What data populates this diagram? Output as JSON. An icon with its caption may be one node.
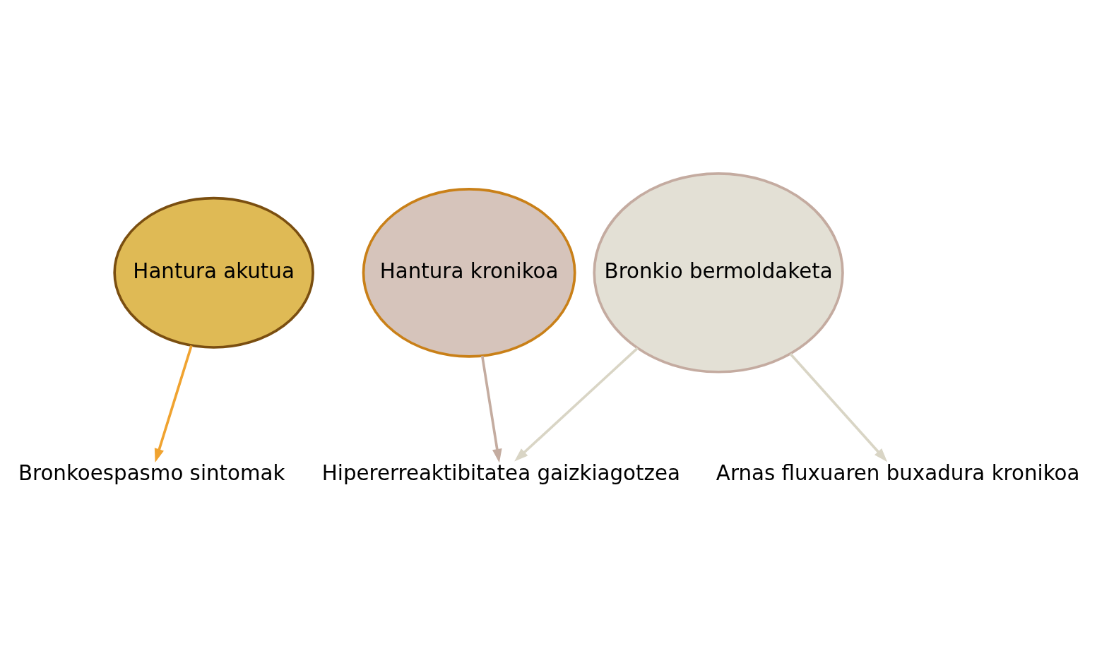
{
  "diagram": {
    "nodes": [
      {
        "text": [
          "Hantura akutua"
        ]
      },
      {
        "text": [
          "Hantura kronikoa"
        ]
      },
      {
        "text": [
          "Bronkio bermoldaketa"
        ]
      },
      {
        "text": [
          "Bronkoespasmo sintomak"
        ]
      },
      {
        "text": [
          "Hipererreaktibitatea gaizkiagotzea"
        ]
      },
      {
        "text": [
          "Arnas fluxuaren buxadura kronikoa"
        ]
      }
    ],
    "edges": [
      {
        "from": 0,
        "to": 3,
        "arrow": "to",
        "color": "#f0a330"
      },
      {
        "from": 1,
        "to": 4,
        "arrow": "to",
        "color": "#c4aca0"
      },
      {
        "from": 2,
        "to": 4,
        "arrow": "to",
        "color": "#d9d5c5"
      },
      {
        "from": 2,
        "to": 5,
        "arrow": "to",
        "color": "#d9d5c5"
      }
    ]
  }
}
